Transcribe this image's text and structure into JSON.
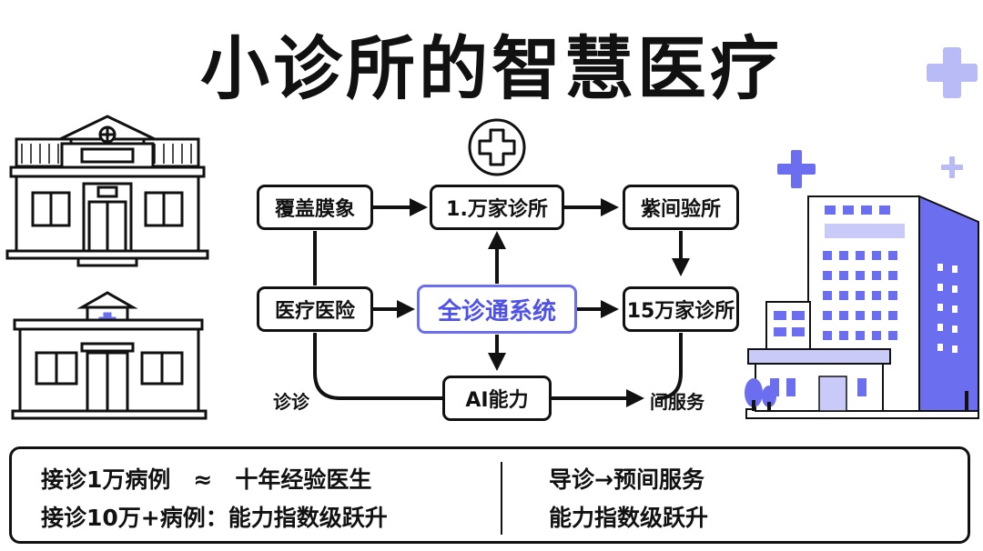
{
  "title": "小诊所的智慧医疗",
  "nodes": {
    "n1": "覆盖膜象",
    "n2": "1.万家诊所",
    "n3": "紫间验所",
    "n4": "医疗医险",
    "n5": "全诊通系统",
    "n6": "15万家诊所",
    "n7": "AI能力"
  },
  "labels": {
    "left": "诊诊",
    "right": "间服务"
  },
  "bottom": {
    "left_line1": "接诊1万病例　≈　十年经验医生",
    "left_line2": "接诊10万+病例：能力指数级跃升",
    "right_line1": "导诊→预间服务",
    "right_line2": "能力指数级跃升"
  },
  "colors": {
    "accent": "#6c6ef0",
    "accent_light": "#c9caf8",
    "ink": "#111111"
  },
  "icons": [
    "medical-cross-icon",
    "plus-icon",
    "clinic-building-icon",
    "hospital-building-icon"
  ]
}
